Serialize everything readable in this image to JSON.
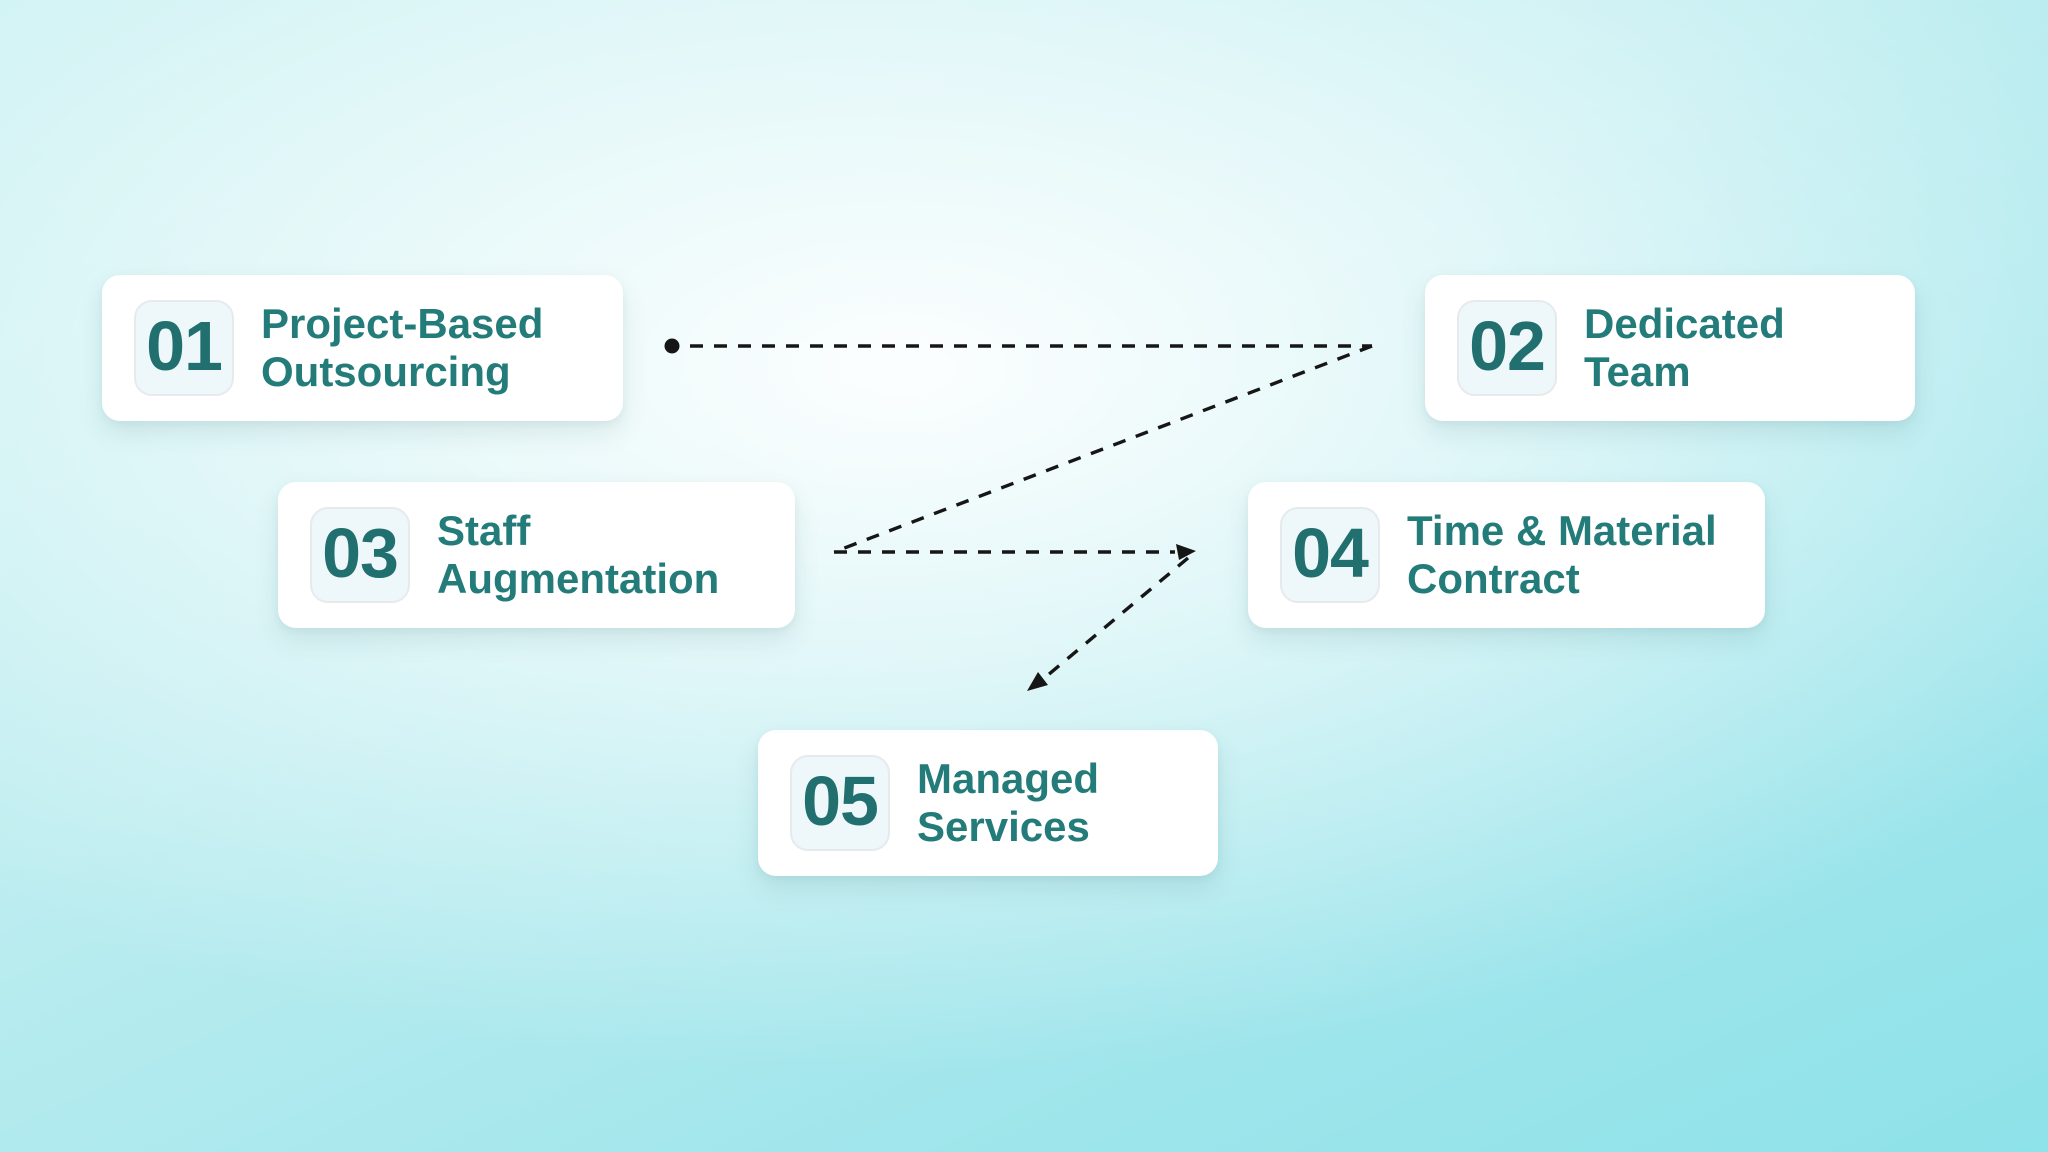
{
  "colors": {
    "accent_teal_number": "#21706f",
    "accent_teal_title": "#237c79",
    "card_background": "#ffffff",
    "badge_background": "#eef7f9",
    "badge_border": "#e7eaec",
    "connector_line": "#161616",
    "background_cyan": "#8ee2e9"
  },
  "steps": [
    {
      "number": "01",
      "line1": "Project-Based",
      "line2": "Outsourcing"
    },
    {
      "number": "02",
      "line1": "Dedicated",
      "line2": "Team"
    },
    {
      "number": "03",
      "line1": "Staff",
      "line2": "Augmentation"
    },
    {
      "number": "04",
      "line1": "Time & Material",
      "line2": "Contract"
    },
    {
      "number": "05",
      "line1": "Managed",
      "line2": "Services"
    }
  ]
}
